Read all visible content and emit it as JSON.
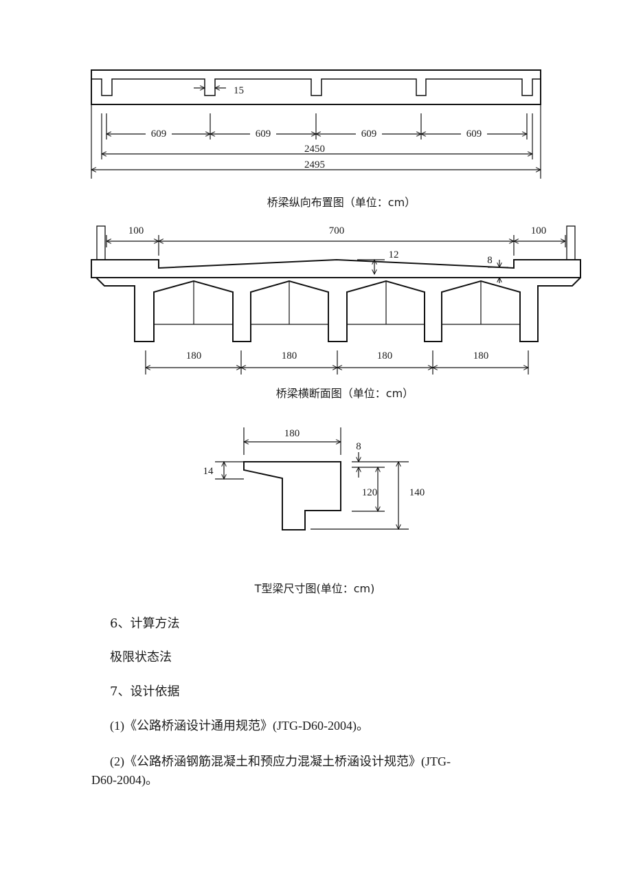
{
  "figure1": {
    "dims": {
      "gap": "15",
      "span": "609",
      "inner_total": "2450",
      "overall": "2495"
    },
    "caption": "桥梁纵向布置图（单位：cm）"
  },
  "figure2": {
    "dims": {
      "left_walk": "100",
      "carriageway": "700",
      "right_walk": "100",
      "crown": "12",
      "edge": "8",
      "spacing": "180"
    },
    "caption": "桥梁横断面图（单位：cm）"
  },
  "figure3": {
    "dims": {
      "flange_width": "180",
      "flange_thk": "14",
      "top": "8",
      "web": "120",
      "total": "140"
    },
    "caption": "T型梁尺寸图(单位：cm)"
  },
  "sections": {
    "s6_heading": "6、计算方法",
    "s6_body": "极限状态法",
    "s7_heading": "7、设计依据",
    "ref1_num": "(1)",
    "ref1_title": "《公路桥涵设计通用规范》",
    "ref1_code": "(JTG-D60-2004)。",
    "ref2_num": "(2)",
    "ref2_title": "《公路桥涵钢筋混凝土和预应力混凝土桥涵设计规范》",
    "ref2_code_a": "(JTG-",
    "ref2_code_b": "D60-2004)。"
  }
}
